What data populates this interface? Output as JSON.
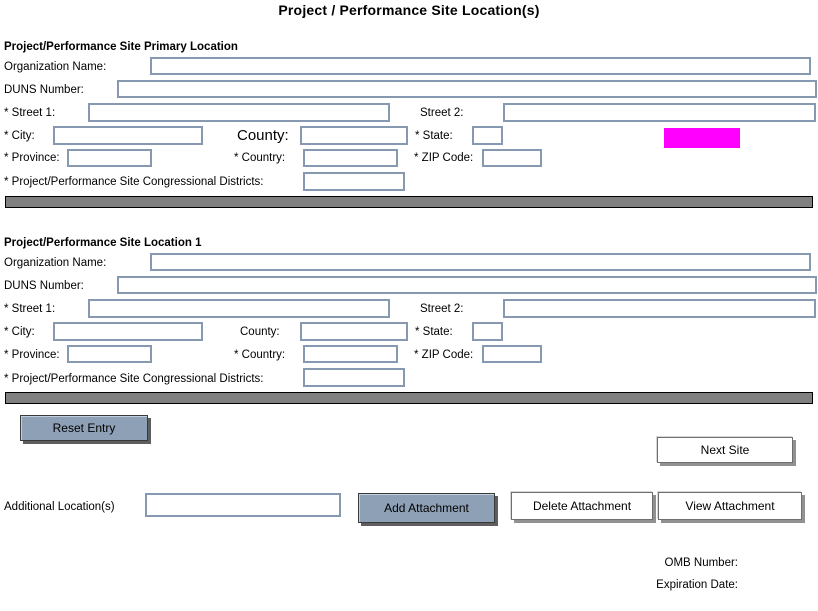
{
  "title": "Project / Performance Site Location(s)",
  "sections": [
    {
      "heading": "Project/Performance Site Primary Location",
      "fields": {
        "organization_name": "Organization Name:",
        "duns_number": "DUNS Number:",
        "street1": "* Street 1:",
        "street2": "Street 2:",
        "city": "* City:",
        "county": "County:",
        "state": "* State:",
        "province": "* Province:",
        "country": "* Country:",
        "zip_code": "* ZIP Code:",
        "congressional_districts": "* Project/Performance Site Congressional Districts:"
      }
    },
    {
      "heading": "Project/Performance Site Location 1",
      "fields": {
        "organization_name": "Organization Name:",
        "duns_number": "DUNS Number:",
        "street1": "* Street 1:",
        "street2": "Street 2:",
        "city": "* City:",
        "county": "County:",
        "state": "* State:",
        "province": "* Province:",
        "country": "* Country:",
        "zip_code": "* ZIP Code:",
        "congressional_districts": "* Project/Performance Site Congressional Districts:"
      }
    }
  ],
  "buttons": {
    "reset_entry": "Reset Entry",
    "next_site": "Next Site",
    "add_attachment": "Add Attachment",
    "delete_attachment": "Delete Attachment",
    "view_attachment": "View Attachment"
  },
  "additional_locations": {
    "label": "Additional Location(s)",
    "value": ""
  },
  "footer": {
    "omb_number_label": "OMB Number:",
    "expiration_date_label": "Expiration Date:"
  },
  "colors": {
    "button_blue": "#8da0b6",
    "separator_gray": "#808080",
    "highlight_magenta": "#ff00ff",
    "input_border": "#8699b0"
  }
}
